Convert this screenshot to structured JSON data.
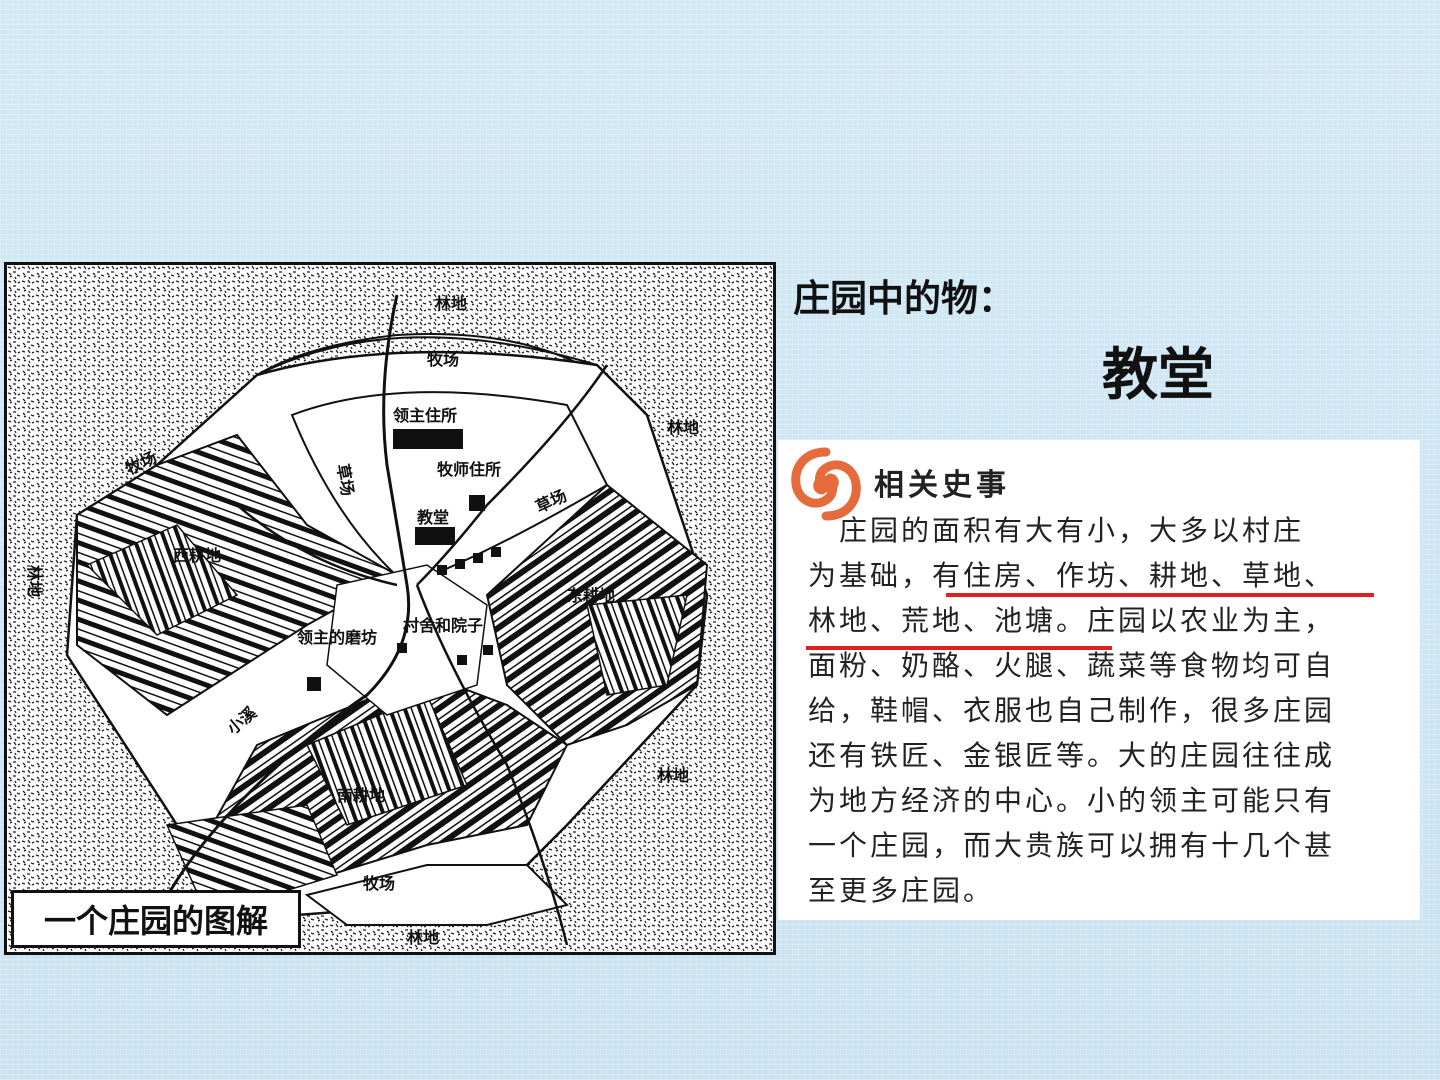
{
  "section": {
    "title": "庄园中的物：",
    "subtitle": "教堂"
  },
  "map": {
    "caption": "一个庄园的图解",
    "labels": {
      "forest_top": "林地",
      "pasture_top": "牧场",
      "lord_residence": "领主住所",
      "priest_residence": "牧师住所",
      "forest_right": "林地",
      "pasture_left": "牧场",
      "meadow_left": "草场",
      "meadow_right": "草场",
      "church": "教堂",
      "west_field": "西耕地",
      "east_field": "东耕地",
      "village": "村舍和院子",
      "lord_mill": "领主的磨坊",
      "stream": "小溪",
      "forest_bottom_right": "林地",
      "south_field": "南耕地",
      "pasture_bottom": "牧场",
      "forest_bottom": "林地",
      "forest_left": "林地"
    }
  },
  "card": {
    "heading": "相关史事",
    "logo_icon": "swirl-logo-icon",
    "accent_color": "#e56a3c",
    "underline_color": "#e02020",
    "lines": [
      "　庄园的面积有大有小，大多以村庄",
      "为基础，有住房、作坊、耕地、草地、",
      "林地、荒地、池塘。庄园以农业为主，",
      "面粉、奶酪、火腿、蔬菜等食物均可自",
      "给，鞋帽、衣服也自己制作，很多庄园",
      "还有铁匠、金银匠等。大的庄园往往成",
      "为地方经济的中心。小的领主可能只有",
      "一个庄园，而大贵族可以拥有十几个甚",
      "至更多庄园。"
    ]
  }
}
